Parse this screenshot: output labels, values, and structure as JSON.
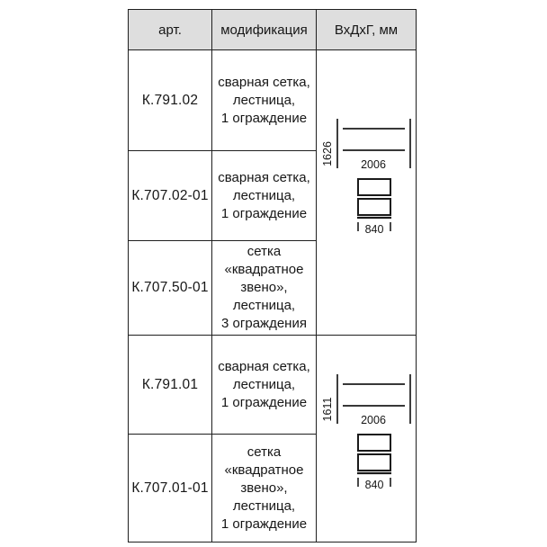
{
  "table": {
    "header": {
      "art": "арт.",
      "modification": "модификация",
      "dimensions": "ВхДхГ, мм"
    },
    "groups": [
      {
        "rows": [
          {
            "art": "К.791.02",
            "modification": "сварная сетка,\nлестница,\n1 ограждение"
          },
          {
            "art": "К.707.02-01",
            "modification": "сварная сетка,\nлестница,\n1 ограждение"
          },
          {
            "art": "К.707.50-01",
            "modification": "сетка\n«квадратное\nзвено»,\nлестница,\n3 ограждения"
          }
        ],
        "drawing": {
          "height_mm": "1626",
          "length_mm": "2006",
          "depth_mm": "840"
        }
      },
      {
        "rows": [
          {
            "art": "К.791.01",
            "modification": "сварная сетка,\nлестница,\n1 ограждение"
          },
          {
            "art": "К.707.01-01",
            "modification": "сетка\n«квадратное\nзвено»,\nлестница,\n1 ограждение"
          }
        ],
        "drawing": {
          "height_mm": "1611",
          "length_mm": "2006",
          "depth_mm": "840"
        }
      }
    ]
  },
  "colors": {
    "border": "#1f1f1f",
    "header_bg": "#dedede",
    "text": "#161616",
    "background": "#ffffff"
  }
}
